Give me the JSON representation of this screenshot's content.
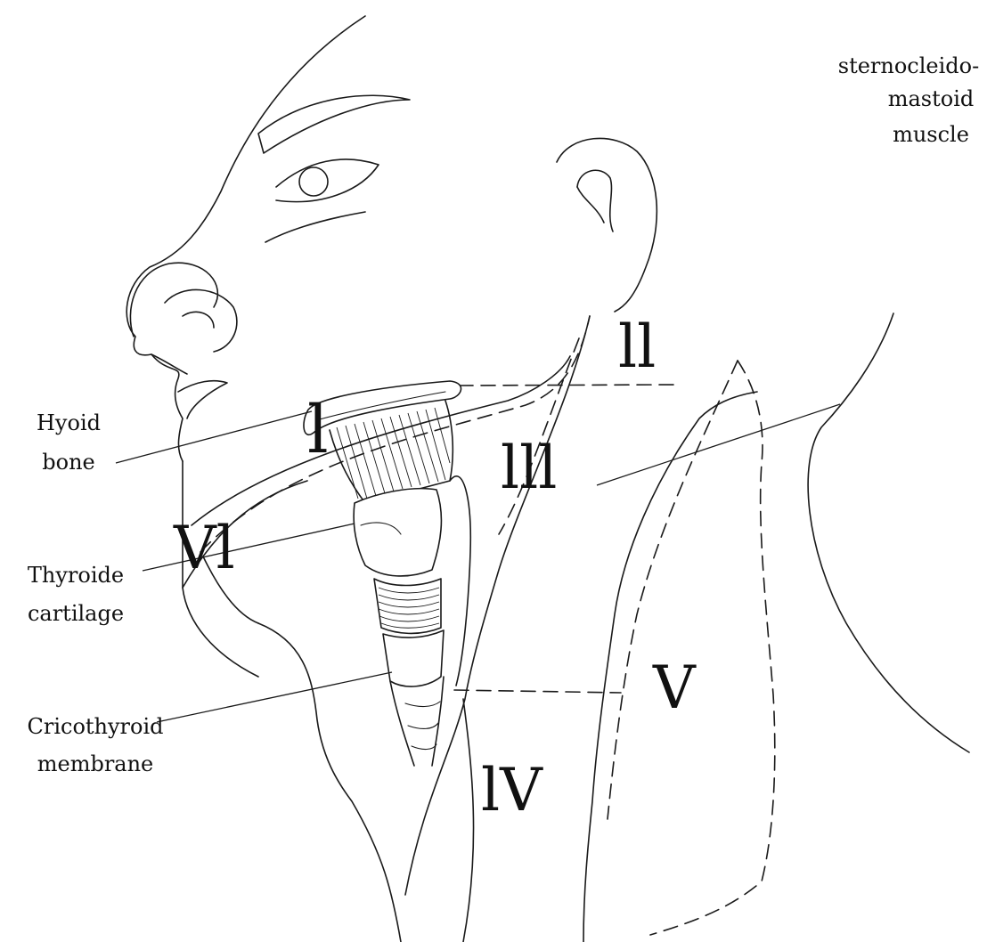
{
  "levels": {
    "I": "l",
    "II": "ll",
    "III": "lll",
    "IV": "lV",
    "V": "V",
    "VI": "Vl"
  },
  "labels": {
    "hyoid": [
      "Hyoid",
      "bone"
    ],
    "thyroid": [
      "Thyroide",
      "cartilage"
    ],
    "cricothyroid": [
      "Cricothyroid",
      "membrane"
    ],
    "scm": [
      "sternocleido-",
      "mastoid",
      "muscle"
    ]
  }
}
